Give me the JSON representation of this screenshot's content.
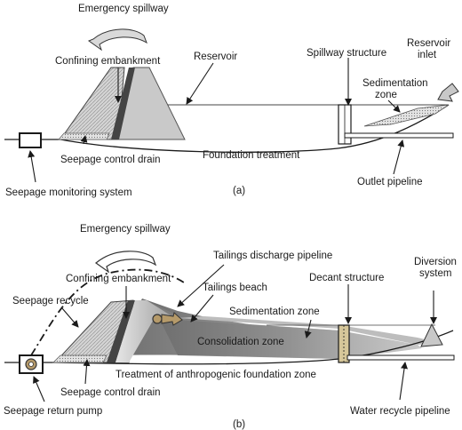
{
  "panel_a": {
    "caption": "(a)",
    "labels": {
      "emergency_spillway": "Emergency spillway",
      "confining_embankment": "Confining embankment",
      "reservoir": "Reservoir",
      "spillway_structure": "Spillway structure",
      "reservoir_inlet_1": "Reservoir",
      "reservoir_inlet_2": "inlet",
      "sedimentation_zone_1": "Sedimentation",
      "sedimentation_zone_2": "zone",
      "seepage_control_drain": "Seepage control drain",
      "foundation_treatment": "Foundation treatment",
      "seepage_monitoring_system": "Seepage monitoring system",
      "outlet_pipeline": "Outlet pipeline"
    }
  },
  "panel_b": {
    "caption": "(b)",
    "labels": {
      "emergency_spillway": "Emergency spillway",
      "tailings_discharge_pipeline": "Tailings discharge pipeline",
      "confining_embankment": "Confining embankment",
      "tailings_beach": "Tailings beach",
      "decant_structure": "Decant structure",
      "diversion_system_1": "Diversion",
      "diversion_system_2": "system",
      "seepage_recycle": "Seepage recycle",
      "sedimentation_zone": "Sedimentation zone",
      "consolidation_zone": "Consolidation zone",
      "treatment_foundation_zone": "Treatment of anthropogenic foundation zone",
      "seepage_control_drain": "Seepage control drain",
      "seepage_return_pump": "Seepage return pump",
      "water_recycle_pipeline": "Water recycle pipeline"
    }
  },
  "colors": {
    "embankment_fill": "#c8c8c8",
    "sediment_fill": "#bdbdbd",
    "consolidation_fill": "#8a8a8a",
    "arrow_fill": "#d9d9d9",
    "pipe_brown": "#b59a6a"
  }
}
